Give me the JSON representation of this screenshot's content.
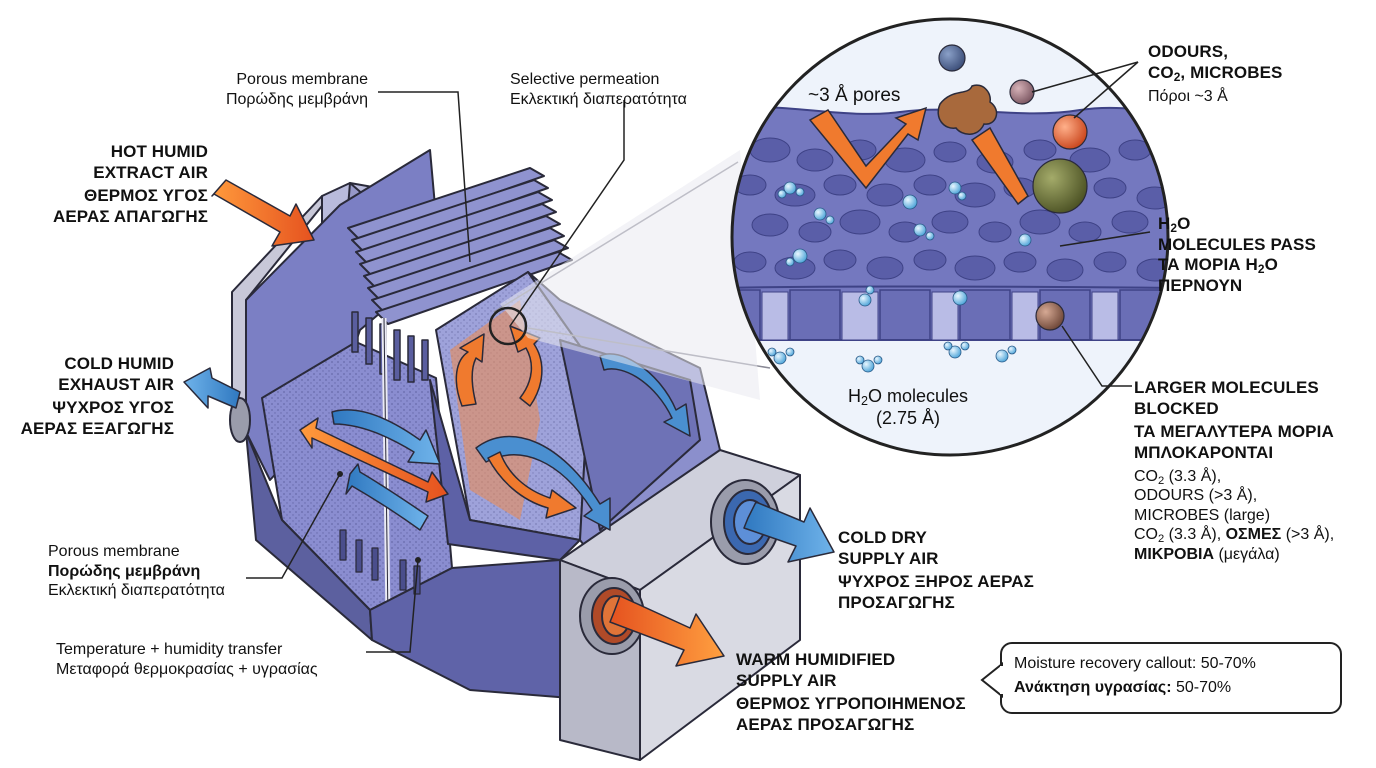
{
  "labels": {
    "hot_humid": {
      "en_line1": "HOT HUMID",
      "en_line2": "EXTRACT AIR",
      "el_line1": "ΘΕΡΜΟΣ ΥΓΟΣ",
      "el_line2": "ΑΕΡΑΣ ΑΠΑΓΩΓΗΣ"
    },
    "cold_humid": {
      "en_line1": "COLD HUMID",
      "en_line2": "EXHAUST AIR",
      "el_line1": "ΨΥΧΡΟΣ ΥΓΟΣ",
      "el_line2": "ΑΕΡΑΣ ΕΞΑΓΩΓΗΣ"
    },
    "porous_top": {
      "en": "Porous membrane",
      "el": "Πορώδης μεμβράνη"
    },
    "selective_top": {
      "en": "Selective permeation",
      "el": "Εκλεκτική διαπερατότητα"
    },
    "porous_bottom": {
      "en": "Porous membrane",
      "el_bold": "Πορώδης μεμβράνη",
      "el": "Εκλεκτική διαπερατότητα"
    },
    "transfer": {
      "en": "Temperature + humidity transfer",
      "el": "Μεταφορά θερμοκρασίας + υγρασίας"
    },
    "cold_dry": {
      "en_line1": "COLD DRY",
      "en_line2": "SUPPLY AIR",
      "el_line1": "ΨΥΧΡΟΣ ΞΗΡΟΣ ΑΕΡΑΣ",
      "el_line2": "ΠΡΟΣΑΓΩΓΗΣ"
    },
    "warm_humidified": {
      "en_line1": "WARM HUMIDIFIED",
      "en_line2": "SUPPLY AIR",
      "el_line1": "ΘΕΡΜΟΣ ΥΓΡΟΠΟΙΗΜΕΝΟΣ",
      "el_line2": "ΑΕΡΑΣ ΠΡΟΣΑΓΩΓΗΣ"
    },
    "odours": {
      "line1": "ODOURS,",
      "line2_pre": "CO",
      "line2_sub": "2",
      "line2_post": ", MICROBES",
      "el": "Πόροι ~3 Å"
    },
    "h2o_pass": {
      "l1_pre": "H",
      "l1_sub": "2",
      "l1_post": "O",
      "l2": "MOLECULES PASS",
      "l3_pre": "ΤΑ ΜΟΡΙΑ H",
      "l3_sub": "2",
      "l3_post": "O",
      "l4": "ΠΕΡΝΟΥΝ"
    },
    "larger": {
      "l1": "LARGER MOLECULES",
      "l2": "BLOCKED",
      "l3": "ΤΑ ΜΕΓΑΛΥΤΕΡΑ ΜΟΡΙΑ",
      "l4": "ΜΠΛΟΚΑΡΟΝΤΑΙ",
      "l5_pre": "CO",
      "l5_sub": "2",
      "l5_post": " (3.3 Å),",
      "l6": "ODOURS (>3 Å),",
      "l7": "MICROBES (large)",
      "l8_pre": "CO",
      "l8_sub": "2",
      "l8_mid": " (3.3 Å), ",
      "l8_bold": "ΟΣΜΕΣ",
      "l8_post": " (>3 Å),",
      "l9_bold": "ΜΙΚΡΟΒΙΑ",
      "l9_post": " (μεγάλα)"
    },
    "pores": "~3 Å pores",
    "h2o_molecules": {
      "l1_pre": "H",
      "l1_sub": "2",
      "l1_post": "O molecules",
      "l2": "(2.75 Å)"
    },
    "callout": {
      "l1": "Moisture recovery callout: 50-70%",
      "l2_bold": "Ανάκτηση υγρασίας:",
      "l2_post": " 50-70%"
    }
  },
  "colors": {
    "membrane": "#7478bf",
    "membrane_dark": "#555a9e",
    "membrane_light": "#a3a7dc",
    "housing": "#dcdce4",
    "housing_dark": "#a9a9b8",
    "hot_arrow": "#f07a2e",
    "cold_arrow": "#4a8fd0",
    "outline": "#2a2a3a"
  }
}
